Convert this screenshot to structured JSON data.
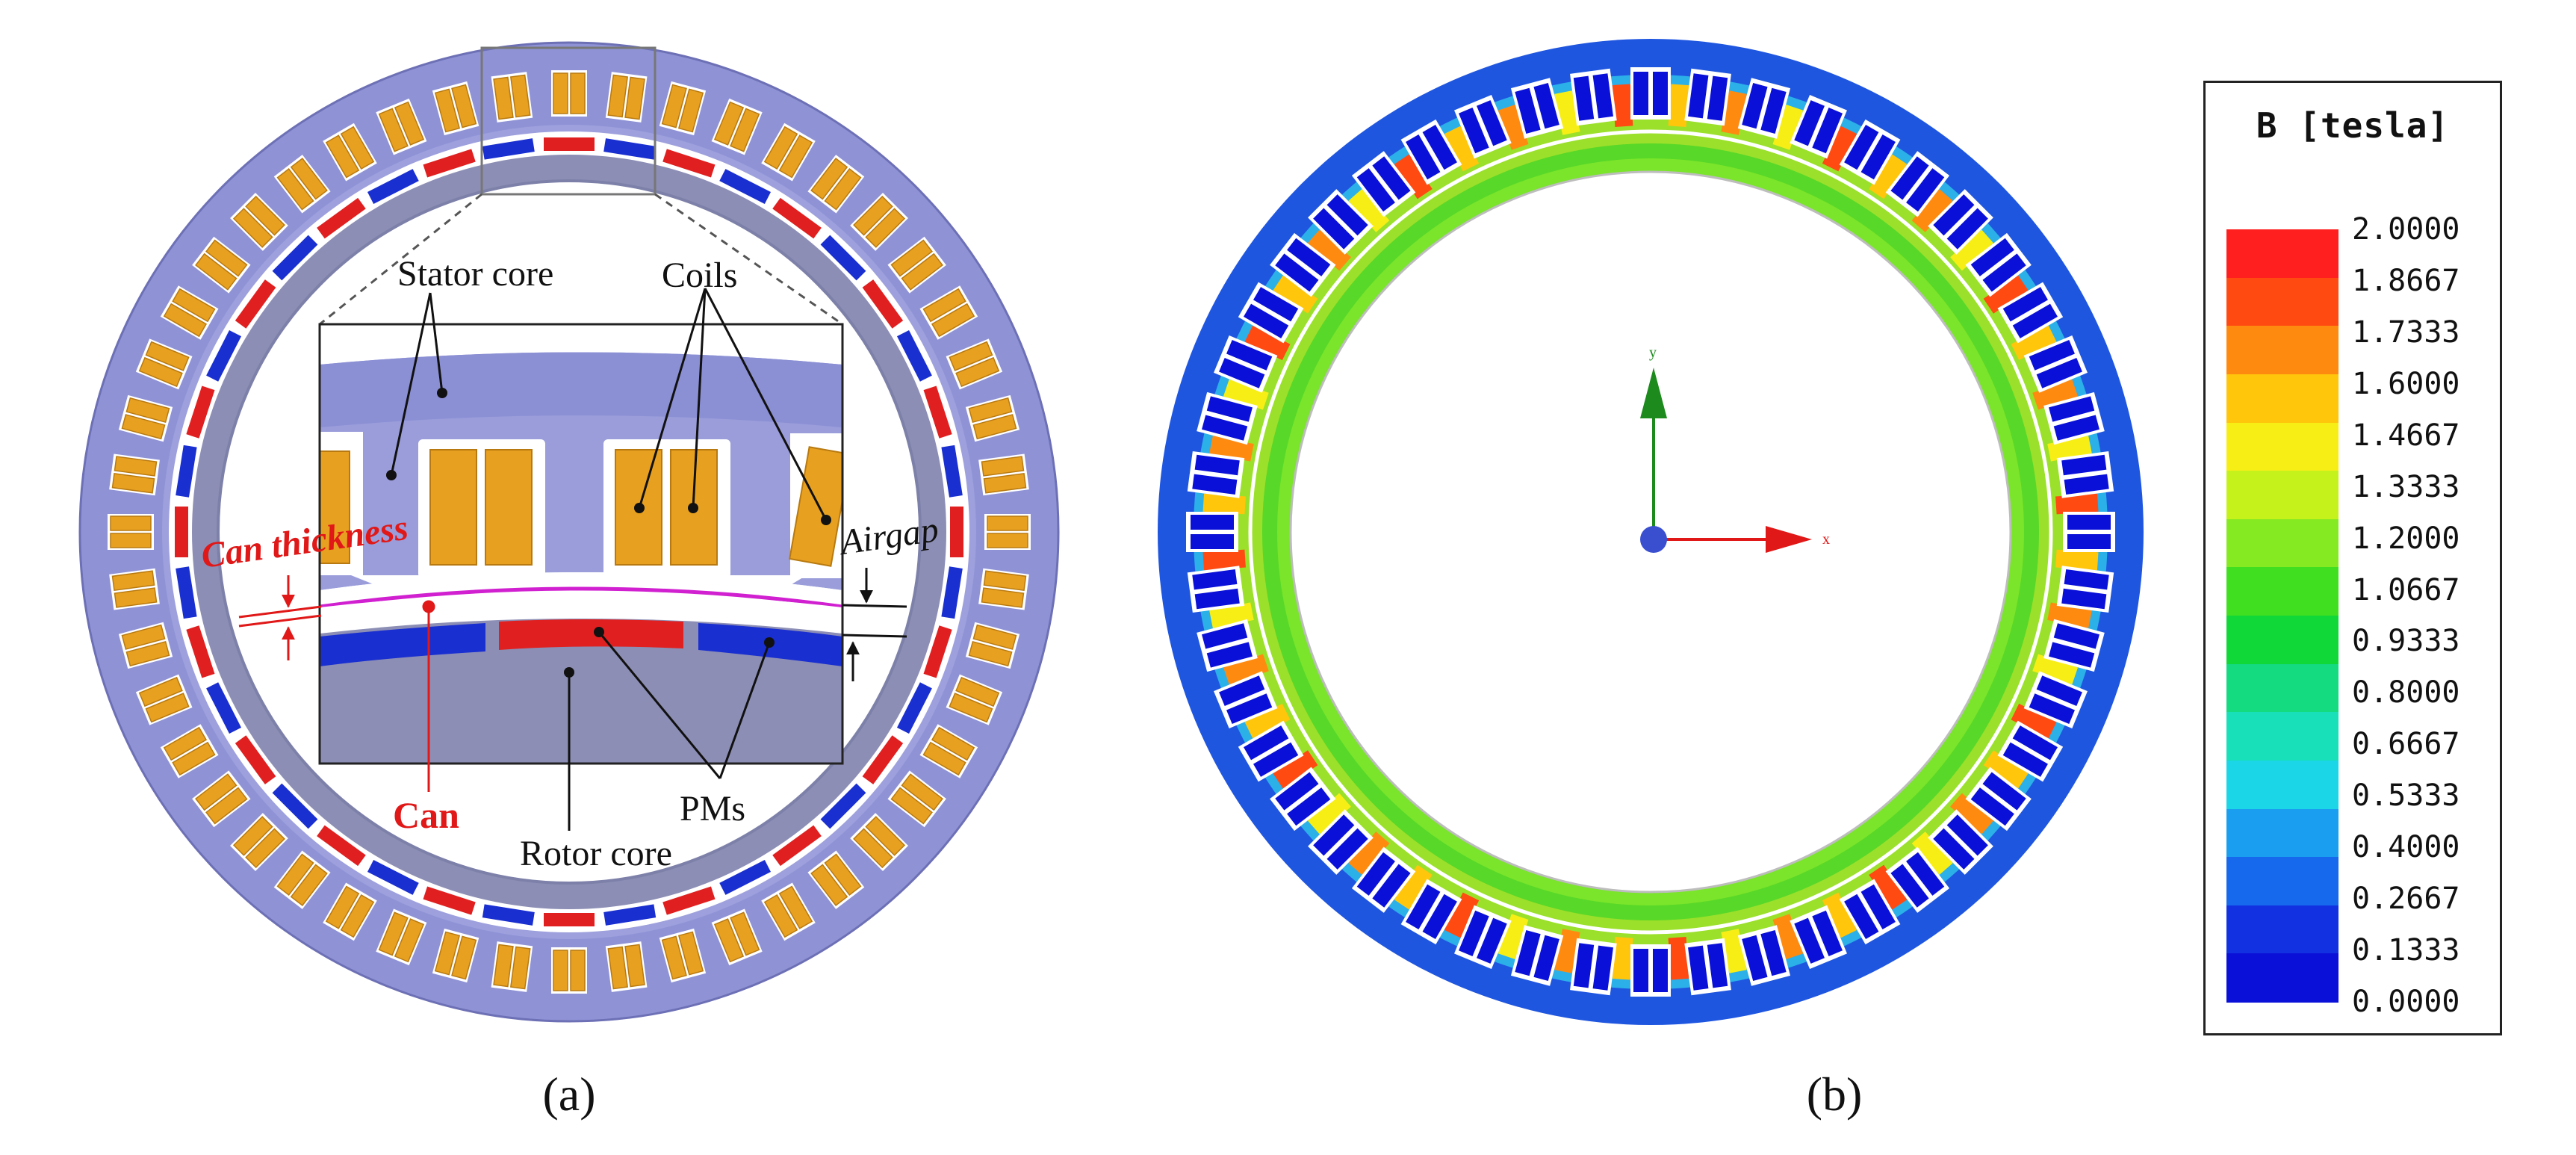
{
  "panel_a": {
    "caption": "(a)",
    "labels": {
      "stator_core": "Stator core",
      "coils": "Coils",
      "can_thickness": "Can thickness",
      "airgap": "Airgap",
      "can": "Can",
      "pms": "PMs",
      "rotor_core": "Rotor core"
    },
    "colors": {
      "stator": "#8f93d6",
      "rotor": "#8c8eb5",
      "coil": "#e8a020",
      "magnet_north": "#e02020",
      "magnet_south": "#1a2fd0",
      "can": "#d020d0",
      "label_red": "#e01818"
    }
  },
  "panel_b": {
    "caption": "(b)",
    "axis_labels": {
      "y": "y",
      "x": "x"
    },
    "legend": {
      "title": "B [tesla]",
      "levels": [
        "2.0000",
        "1.8667",
        "1.7333",
        "1.6000",
        "1.4667",
        "1.3333",
        "1.2000",
        "1.0667",
        "0.9333",
        "0.8000",
        "0.6667",
        "0.5333",
        "0.4000",
        "0.2667",
        "0.1333",
        "0.0000"
      ],
      "colors": [
        "#ff1f1f",
        "#ff4a12",
        "#ff8a10",
        "#ffc60c",
        "#f7ee16",
        "#c6f21c",
        "#86ea22",
        "#40e020",
        "#10d838",
        "#14da80",
        "#18e0b8",
        "#1ad6e6",
        "#1a9ff0",
        "#1668ec",
        "#1232e2",
        "#0a10d8"
      ]
    }
  }
}
